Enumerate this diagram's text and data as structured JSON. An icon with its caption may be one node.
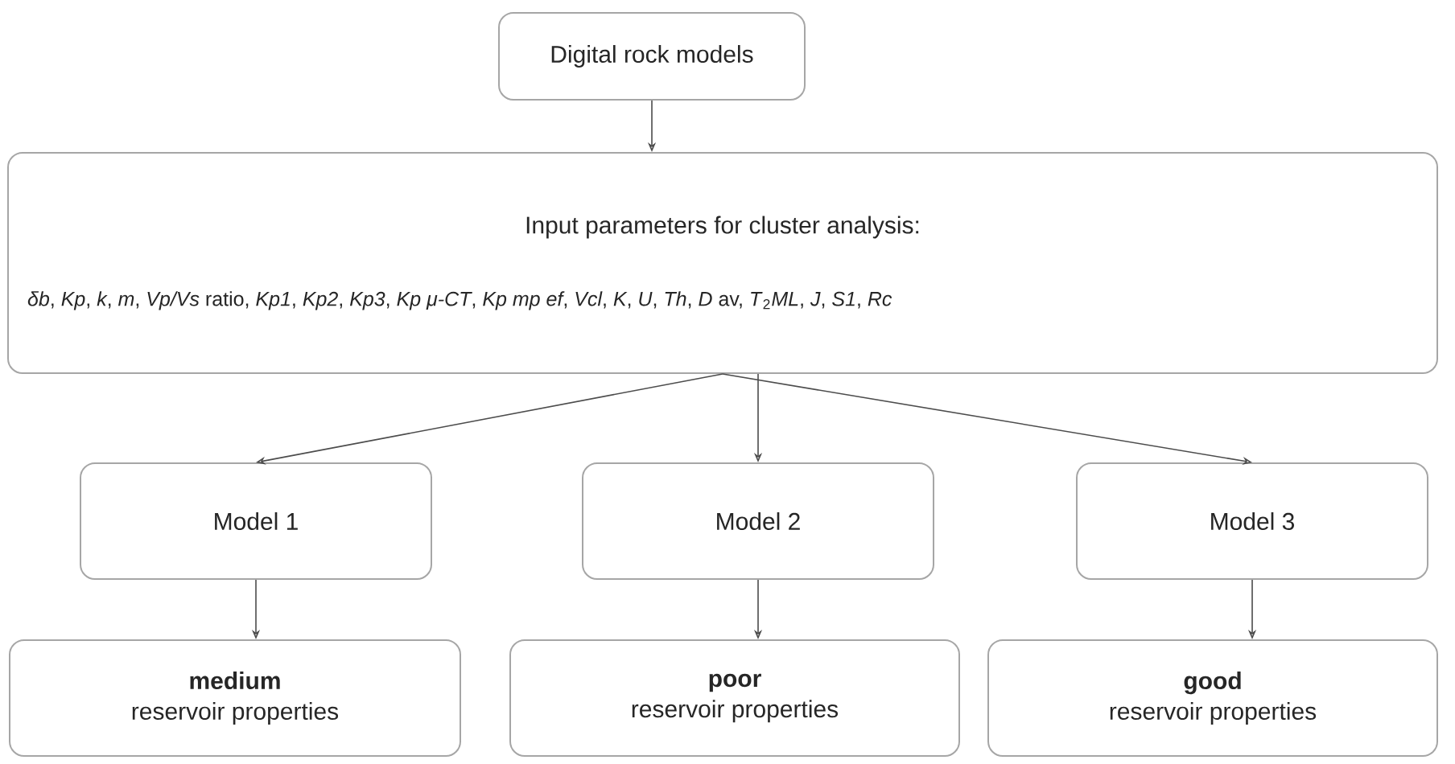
{
  "diagram": {
    "nodes": [
      {
        "text": [
          "Digital rock models"
        ]
      },
      {
        "text": [
          "Input parameters for cluster analysis:",
          "*δb*, *Kp*, *k*, *m*, *Vp/Vs* ratio, *Kp1*, *Kp2*, *Kp3*, *Kp μ-CT*, *Kp mp ef*, *Vcl*, *K*, *U*, *Th*, *D* av, *T*$_{2}$*ML*, *J*, *S1*, *Rc*"
        ]
      },
      {
        "text": [
          "Model 1"
        ]
      },
      {
        "text": [
          "Model 2"
        ]
      },
      {
        "text": [
          "Model 3"
        ]
      },
      {
        "text": [
          "medium",
          "reservoir properties"
        ]
      },
      {
        "text": [
          "poor",
          "reservoir properties"
        ]
      },
      {
        "text": [
          "good",
          "reservoir properties"
        ]
      }
    ],
    "edges": [
      {
        "from": 0,
        "to": 1,
        "arrow": "to"
      },
      {
        "from": 1,
        "to": 2,
        "arrow": "to"
      },
      {
        "from": 1,
        "to": 3,
        "arrow": "to"
      },
      {
        "from": 1,
        "to": 4,
        "arrow": "to"
      },
      {
        "from": 2,
        "to": 5,
        "arrow": "to"
      },
      {
        "from": 3,
        "to": 6,
        "arrow": "to"
      },
      {
        "from": 4,
        "to": 7,
        "arrow": "to"
      }
    ]
  }
}
